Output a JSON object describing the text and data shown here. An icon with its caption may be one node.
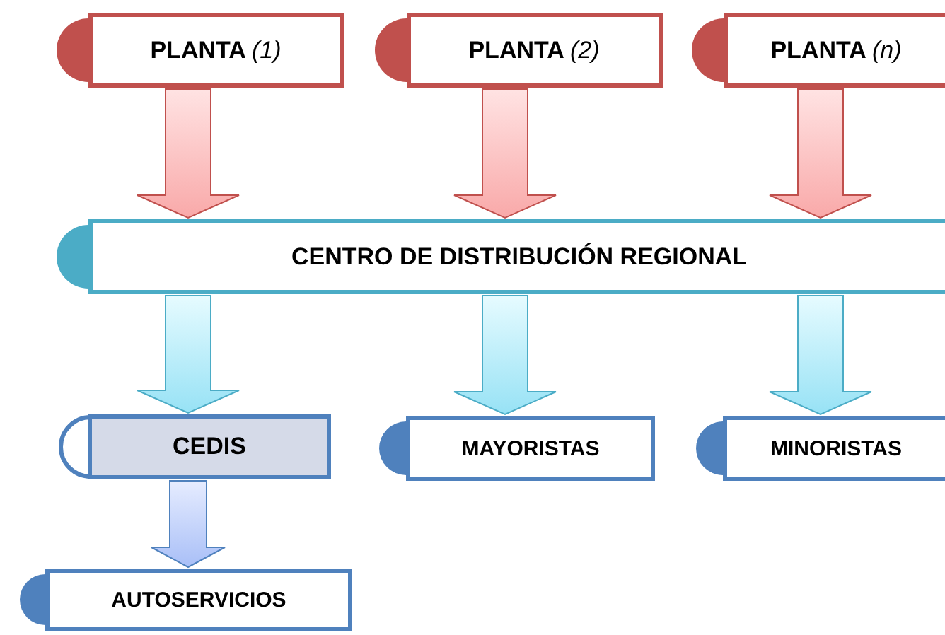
{
  "diagram": {
    "nodes": [
      {
        "text": [
          "PLANTA *(1)*"
        ]
      },
      {
        "text": [
          "PLANTA *(2)*"
        ]
      },
      {
        "text": [
          "PLANTA *(n)*"
        ]
      },
      {
        "text": [
          "CENTRO DE DISTRIBUCIÓN REGIONAL"
        ]
      },
      {
        "text": [
          "CEDIS"
        ]
      },
      {
        "text": [
          "MAYORISTAS"
        ]
      },
      {
        "text": [
          "MINORISTAS"
        ]
      },
      {
        "text": [
          "AUTOSERVICIOS"
        ]
      }
    ],
    "edges": [
      {
        "from": 0,
        "to": 3,
        "arrow": "to"
      },
      {
        "from": 1,
        "to": 3,
        "arrow": "to"
      },
      {
        "from": 2,
        "to": 3,
        "arrow": "to"
      },
      {
        "from": 3,
        "to": 4,
        "arrow": "to"
      },
      {
        "from": 3,
        "to": 5,
        "arrow": "to"
      },
      {
        "from": 3,
        "to": 6,
        "arrow": "to"
      },
      {
        "from": 4,
        "to": 7,
        "arrow": "to"
      }
    ]
  }
}
